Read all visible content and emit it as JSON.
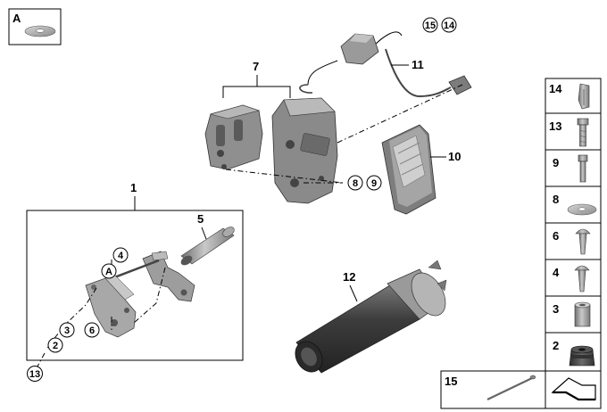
{
  "inset": {
    "label": "A"
  },
  "references": {
    "ref_15": "15",
    "ref_14": "14"
  },
  "callouts": {
    "c1": "1",
    "c5": "5",
    "c7": "7",
    "c11": "11",
    "c10": "10",
    "c12": "12",
    "c8": "8",
    "c9": "9",
    "c4": "4",
    "cA": "A",
    "c3": "3",
    "c2": "2",
    "c13": "13",
    "c6": "6"
  },
  "parts_column": [
    {
      "number": "14",
      "icon": "clip-icon"
    },
    {
      "number": "13",
      "icon": "hex-bolt-icon"
    },
    {
      "number": "9",
      "icon": "socket-screw-icon"
    },
    {
      "number": "8",
      "icon": "washer-icon"
    },
    {
      "number": "6",
      "icon": "torx-screw-icon"
    },
    {
      "number": "4",
      "icon": "torx-screw-icon"
    },
    {
      "number": "3",
      "icon": "sleeve-icon"
    },
    {
      "number": "2",
      "icon": "rubber-grommet-icon"
    }
  ],
  "bottom_box": {
    "number": "15",
    "icon": "cable-tie-icon"
  },
  "colors": {
    "line": "#000000",
    "part_fill": "#8a8a8a",
    "part_dark": "#4d4d4d",
    "part_light": "#c4c4c4"
  }
}
